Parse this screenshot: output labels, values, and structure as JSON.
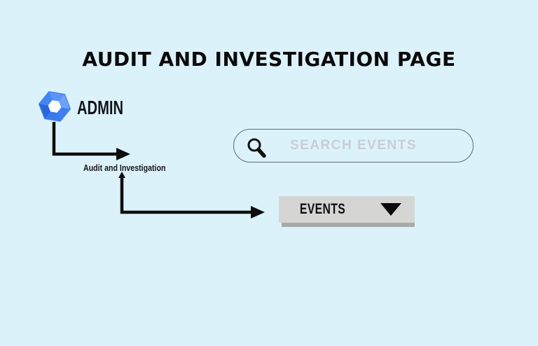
{
  "page": {
    "title": "AUDIT AND INVESTIGATION PAGE",
    "background_color": "#dcf2fb"
  },
  "admin": {
    "label": "ADMIN",
    "logo_icon": "google-admin-hexagon-logo",
    "logo_colors": {
      "base": "#4285f4",
      "light": "#6ca2f8",
      "mid_light": "#5b94f6",
      "mid_dark": "#3a79ea",
      "dark": "#2b66d9",
      "center_hole": "#fbfdff"
    }
  },
  "flow": {
    "node_label": "Audit and Investigation",
    "arrow_color": "#0d0d0d",
    "arrows": [
      "admin-logo-to-audit-and-investigation",
      "audit-and-investigation-to-events"
    ]
  },
  "search": {
    "placeholder": "SEARCH EVENTS",
    "value": "",
    "icon": "search-magnifier-icon",
    "border_color": "#5c6a74",
    "placeholder_color": "#c8ced3"
  },
  "events_button": {
    "label": "EVENTS",
    "icon": "caret-down-icon",
    "background": "#d5d6d4",
    "shadow_color": "#a8aaa7"
  }
}
